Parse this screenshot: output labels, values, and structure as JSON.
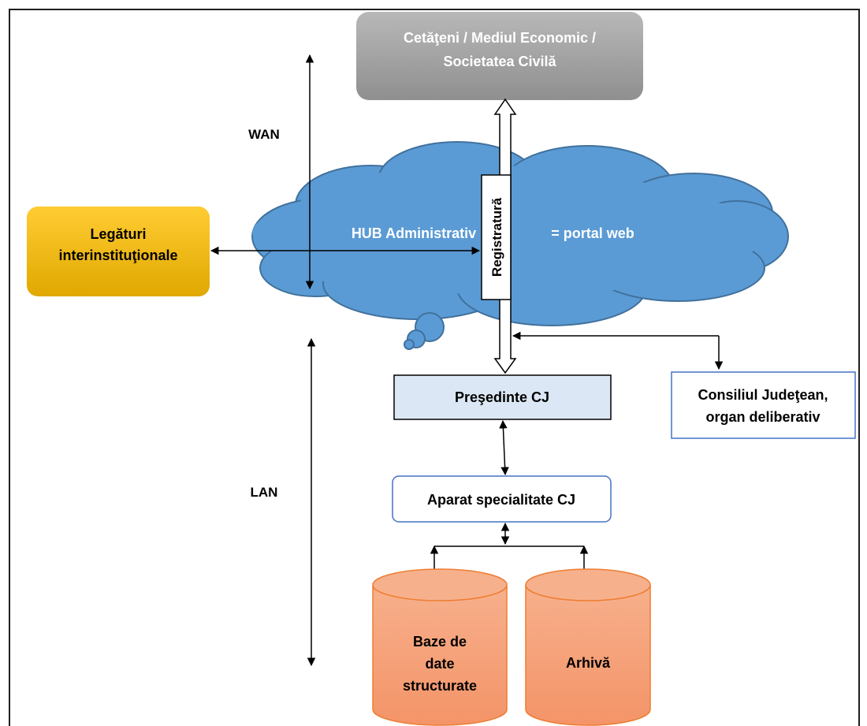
{
  "nodes": {
    "citizens": {
      "line1": "Cetăţeni / Mediul Economic /",
      "line2": "Societatea Civilă"
    },
    "links": {
      "line1": "Legături",
      "line2": "interinstituţionale"
    },
    "hub": {
      "left": "HUB Administrativ",
      "right": "= portal web"
    },
    "registry": "Registratură",
    "president": "Preşedinte CJ",
    "council": {
      "line1": "Consiliul Judeţean,",
      "line2": "organ deliberativ"
    },
    "apparatus": "Aparat specialitate CJ",
    "databases": {
      "line1": "Baze de",
      "line2": "date",
      "line3": "structurate"
    },
    "archive": "Arhivă"
  },
  "zones": {
    "wan": "WAN",
    "lan": "LAN"
  },
  "colors": {
    "citizens_fill": "#a6a6a6",
    "links_fill": "#f5b800",
    "cloud_fill": "#5b9bd5",
    "cloud_stroke": "#41719c",
    "president_fill": "#dbe7f4",
    "box_stroke": "#4472c4",
    "cylinder_fill": "#f4a07a",
    "cylinder_stroke": "#ed7d31",
    "frame": "#1f1f1f"
  }
}
